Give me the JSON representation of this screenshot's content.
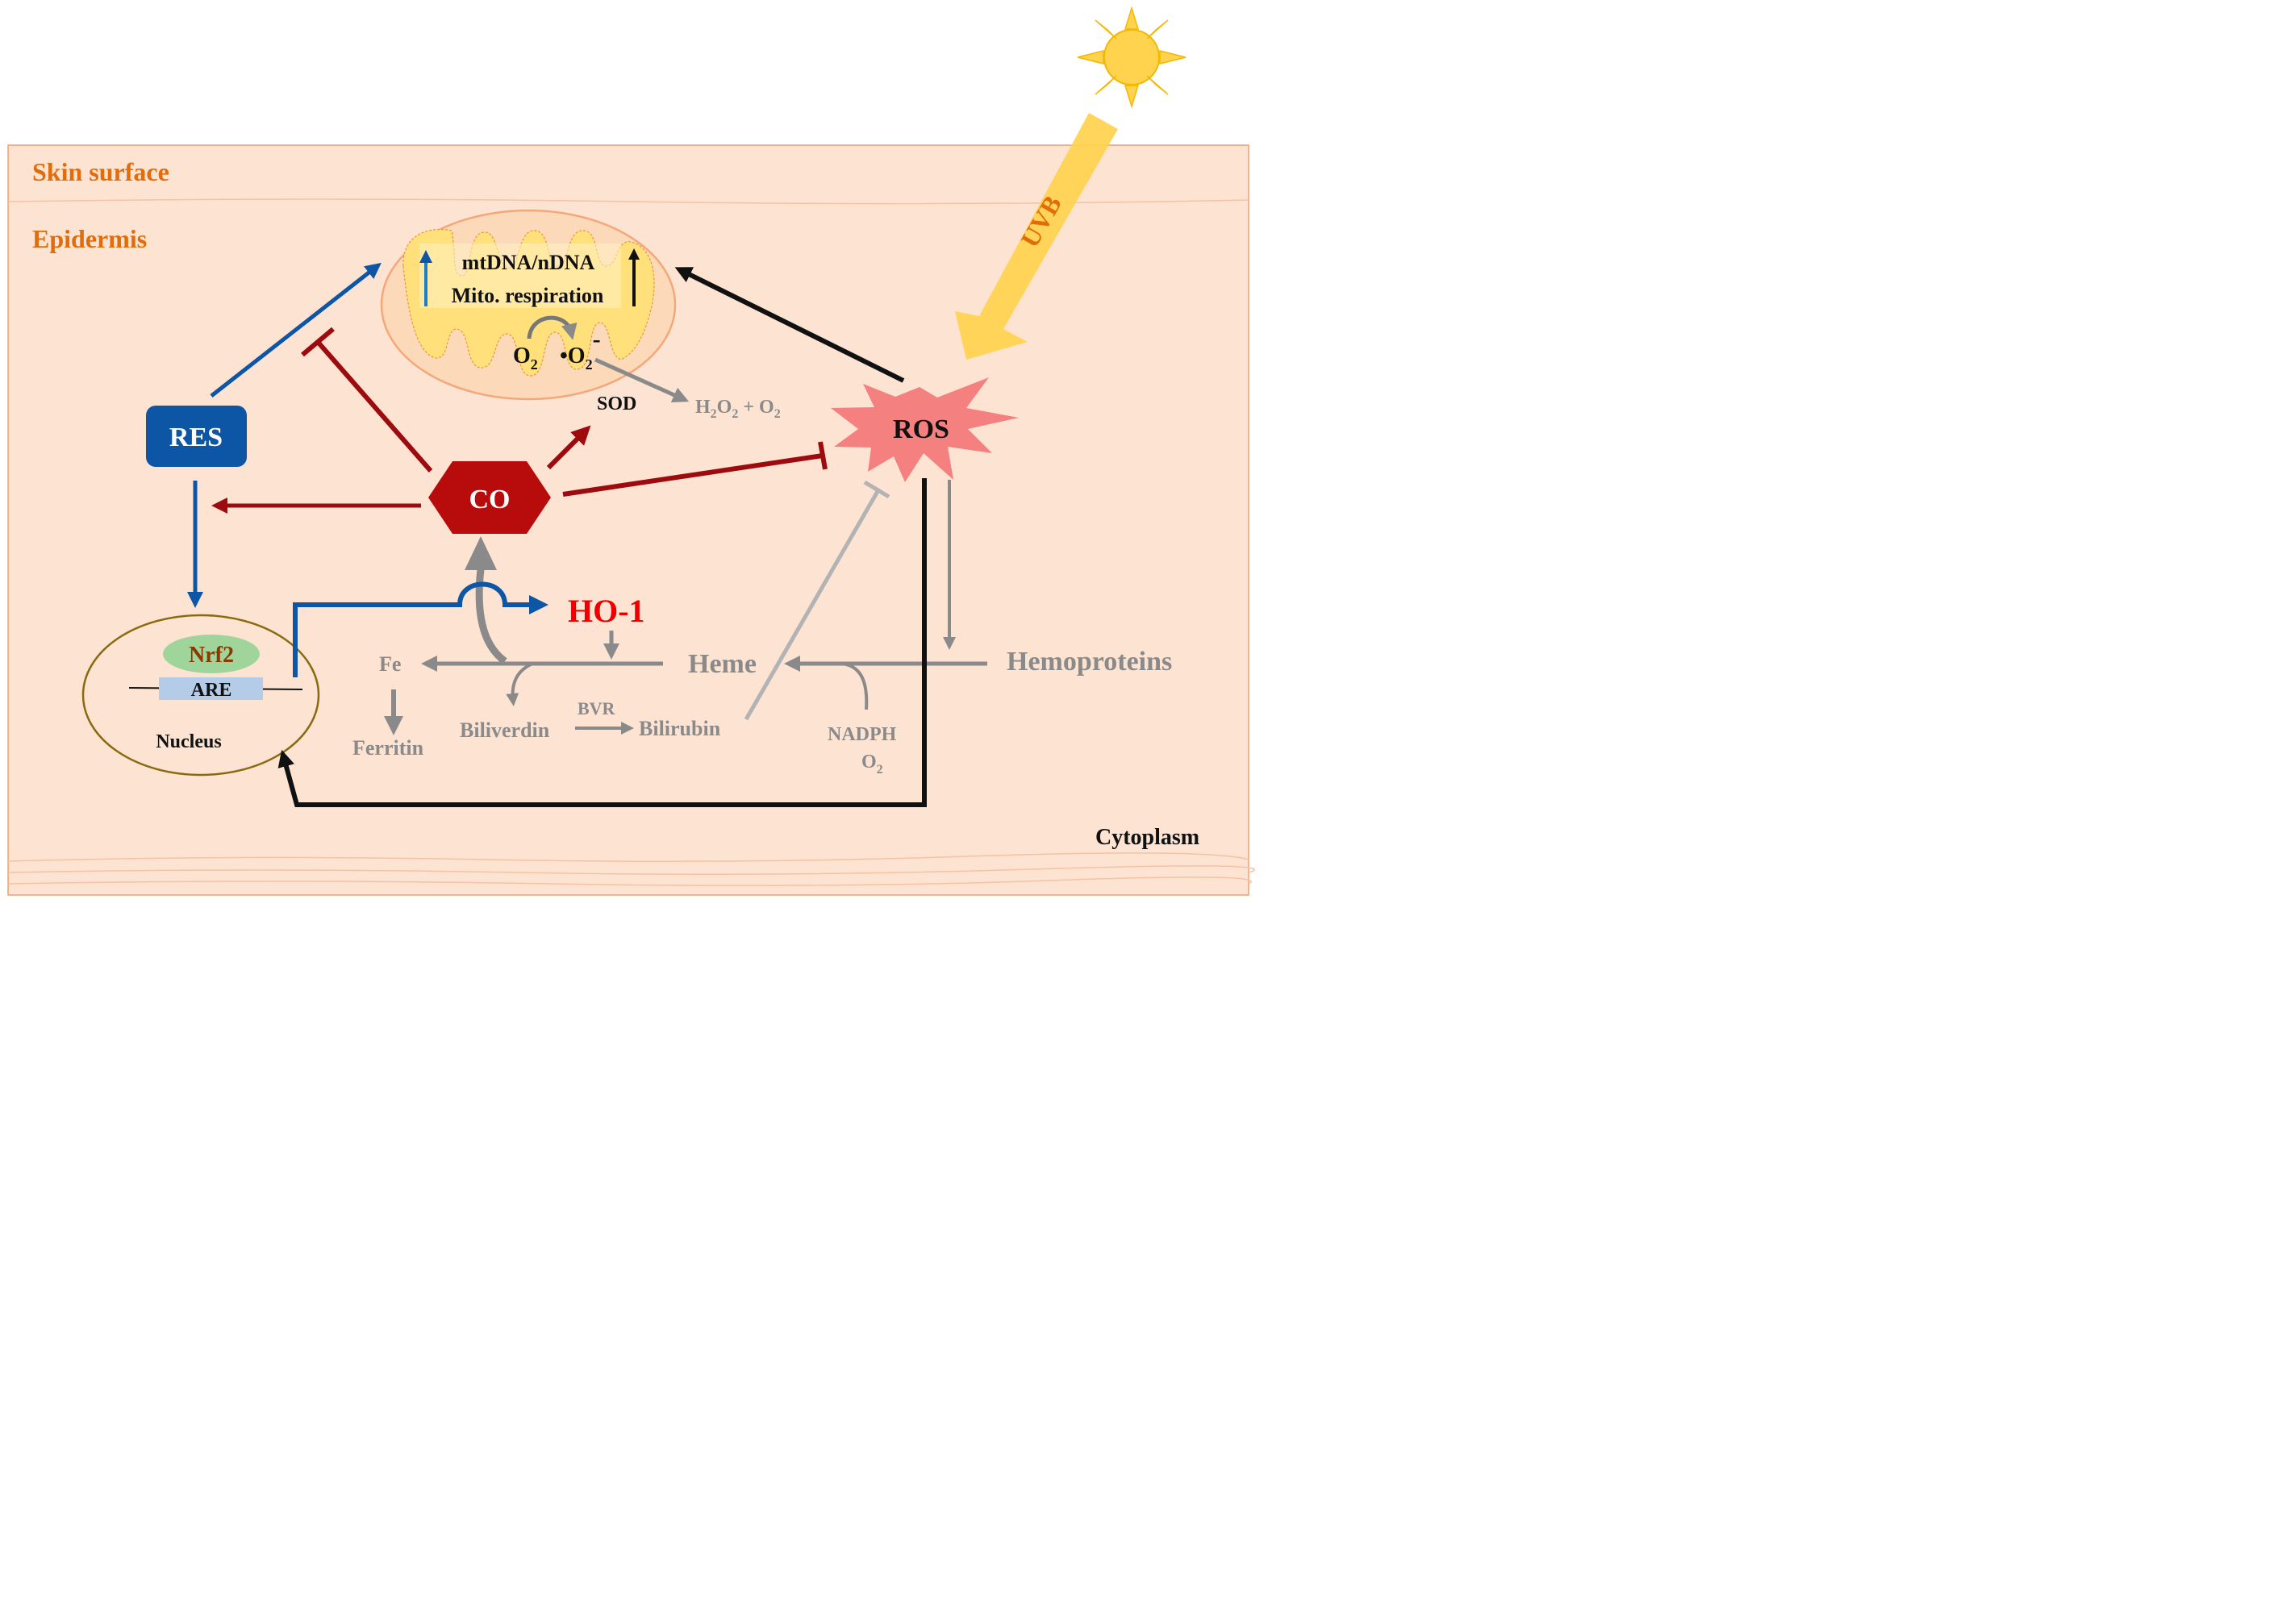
{
  "regions": {
    "skin_surface": "Skin surface",
    "epidermis": "Epidermis",
    "cytoplasm": "Cytoplasm"
  },
  "sun": {
    "icon": "sun-icon",
    "uvb": "UVB"
  },
  "mitochondrion": {
    "line1": "mtDNA/nDNA",
    "line2": "Mito. respiration",
    "o2": "O",
    "o2_sub": "2",
    "superoxide": "•O",
    "superoxide_sub": "2",
    "superoxide_sup": "-"
  },
  "sod": "SOD",
  "h2o2": {
    "h": "H",
    "sub1": "2",
    "o": "O",
    "sub2": "2",
    "rest": " + O",
    "sub3": "2"
  },
  "res": "RES",
  "co": "CO",
  "ros": "ROS",
  "ho1": "HO-1",
  "heme": "Heme",
  "hemoproteins": "Hemoproteins",
  "fe": "Fe",
  "ferritin": "Ferritin",
  "biliverdin": "Biliverdin",
  "bvr": "BVR",
  "bilirubin": "Bilirubin",
  "nadph": "NADPH",
  "o2_cofactor": {
    "o": "O",
    "sub": "2"
  },
  "nucleus": {
    "label": "Nucleus",
    "nrf2": "Nrf2",
    "are": "ARE"
  },
  "colors": {
    "background_tissue": "#fde3d2",
    "region_label": "#e36c09",
    "activation_blue": "#0d56a6",
    "inhibition_red": "#9e0b0f",
    "ros_black": "#111111",
    "pathway_grey": "#8a8a8a",
    "ho1_red": "#ee0000",
    "ros_burst": "#f48080",
    "uvb_yellow": "#ffd34d",
    "mito_yellow": "#ffe07a",
    "nrf2_green": "#9fd59b",
    "are_blue": "#b4cce8"
  }
}
